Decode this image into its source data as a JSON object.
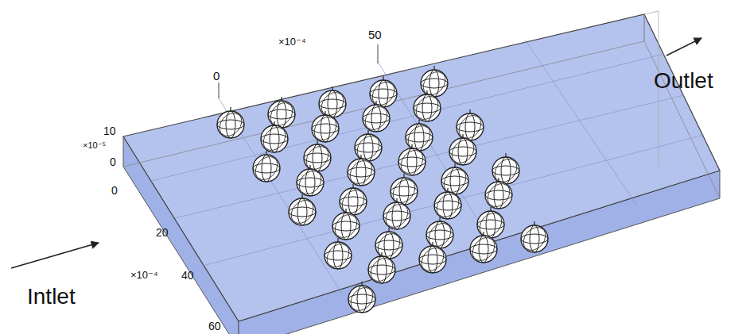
{
  "diagram": {
    "labels": [
      "×10⁻⁴",
      "50",
      "0",
      "10",
      "×10⁻⁵",
      "0",
      "0",
      "20",
      "×10⁻⁴",
      "40",
      "60",
      "Intlet",
      "Outlet"
    ]
  }
}
